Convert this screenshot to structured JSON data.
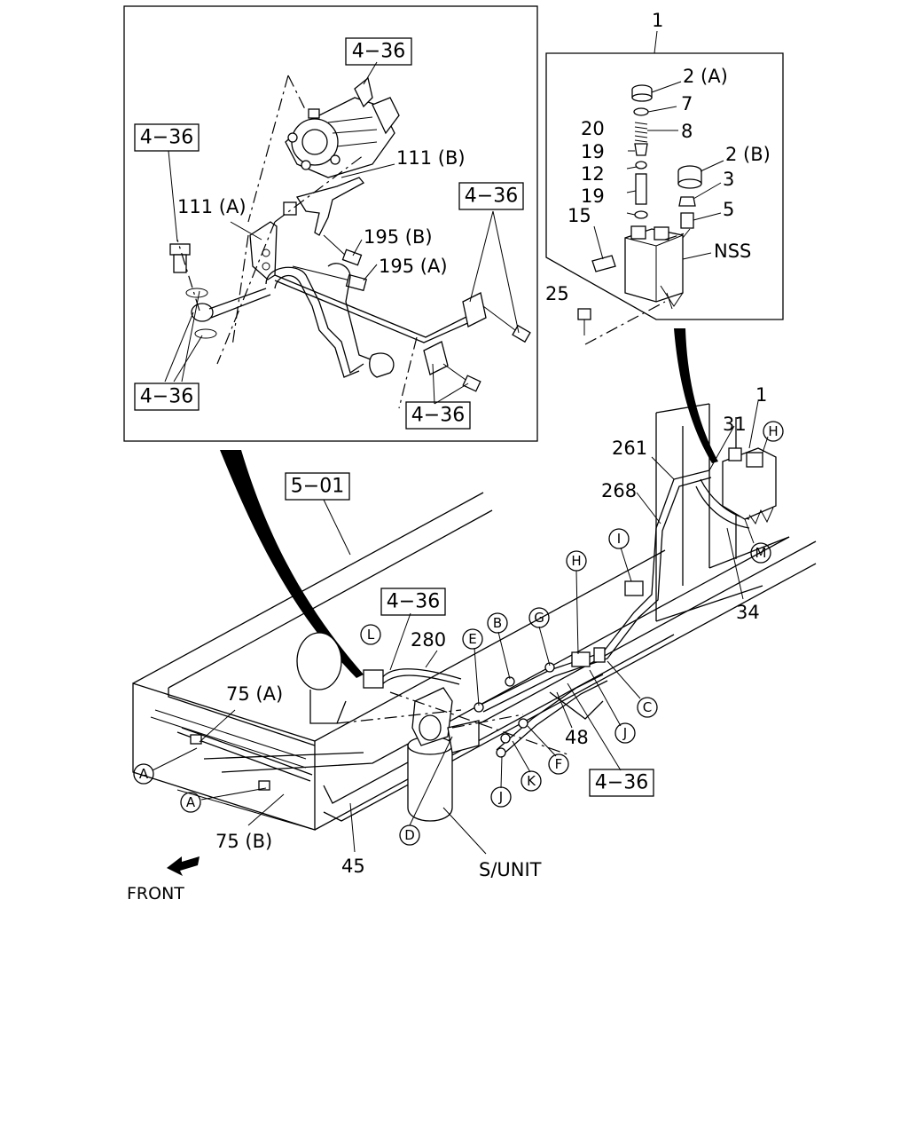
{
  "ref_boxes": [
    {
      "id": "ref-4-36-pump",
      "text": "4−36"
    },
    {
      "id": "ref-4-36-bolt",
      "text": "4−36"
    },
    {
      "id": "ref-4-36-clamp-right",
      "text": "4−36"
    },
    {
      "id": "ref-4-36-washer",
      "text": "4−36"
    },
    {
      "id": "ref-4-36-clamp-bottom",
      "text": "4−36"
    },
    {
      "id": "ref-5-01",
      "text": "5−01"
    },
    {
      "id": "ref-4-36-hose",
      "text": "4−36"
    },
    {
      "id": "ref-4-36-pipe",
      "text": "4−36"
    }
  ],
  "part_labels": {
    "p1_top": "1",
    "p2a": "2 (A)",
    "p7": "7",
    "p8": "8",
    "p20": "20",
    "p19_upper": "19",
    "p2b": "2 (B)",
    "p12": "12",
    "p3": "3",
    "p19_lower": "19",
    "p5": "5",
    "p15": "15",
    "nss": "NSS",
    "p25": "25",
    "p111b": "111 (B)",
    "p111a": "111 (A)",
    "p195b": "195 (B)",
    "p195a": "195 (A)",
    "p1_lower": "1",
    "p261": "261",
    "p31": "31",
    "p268": "268",
    "p34": "34",
    "p280": "280",
    "p48": "48",
    "p75a": "75 (A)",
    "p75b": "75 (B)",
    "p45": "45",
    "sunit": "S/UNIT",
    "front": "FRONT"
  },
  "callouts": [
    "H",
    "M",
    "I",
    "H",
    "G",
    "B",
    "E",
    "L",
    "C",
    "J",
    "F",
    "K",
    "J",
    "A",
    "A",
    "D"
  ]
}
